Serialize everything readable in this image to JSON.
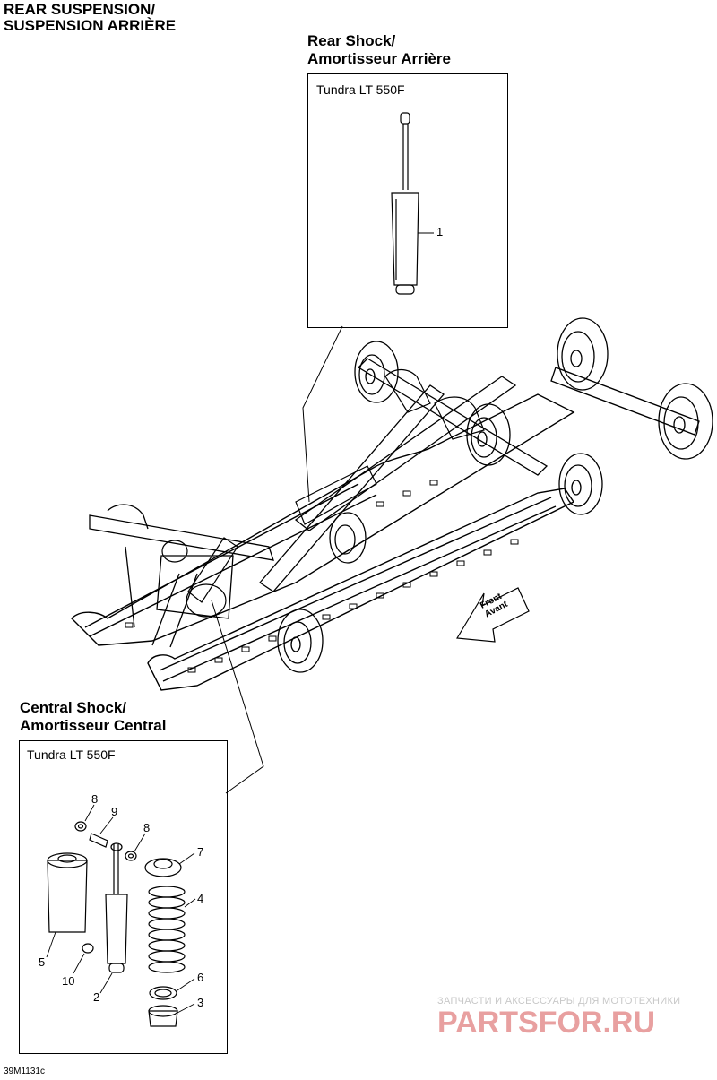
{
  "header": {
    "title_line1": "REAR SUSPENSION/",
    "title_line2": "SUSPENSION ARRIÈRE"
  },
  "rear_shock": {
    "title_line1": "Rear Shock/",
    "title_line2": "Amortisseur Arrière",
    "model": "Tundra LT 550F",
    "callouts": [
      "1"
    ]
  },
  "central_shock": {
    "title_line1": "Central Shock/",
    "title_line2": "Amortisseur Central",
    "model": "Tundra LT 550F",
    "callouts": [
      "8",
      "9",
      "8",
      "7",
      "4",
      "5",
      "10",
      "2",
      "6",
      "3"
    ]
  },
  "direction_arrow": {
    "line1": "Front",
    "line2": "Avant"
  },
  "figure_code": "39M1131c",
  "watermark": {
    "line1": "ЗАПЧАСТИ И АКСЕССУАРЫ ДЛЯ МОТОТЕХНИКИ",
    "line2": "PARTSFOR.RU"
  },
  "colors": {
    "line": "#000000",
    "watermark_gray": "#c8c8c8",
    "watermark_red": "#e8a0a0"
  }
}
